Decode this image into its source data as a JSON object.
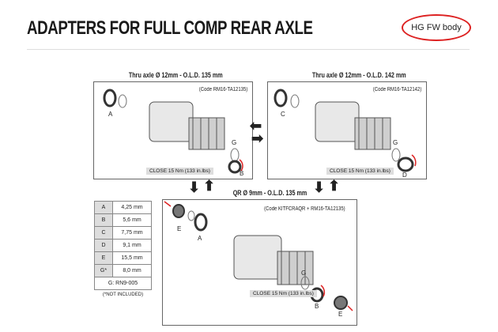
{
  "title": "ADAPTERS FOR FULL COMP REAR AXLE",
  "annotation": "HG FW body",
  "panels": [
    {
      "heading": "Thru axle Ø 12mm - O.L.D. 135 mm",
      "code": "(Code RM16-TA12135)",
      "close": "CLOSE 15 Nm (133 in.lbs)",
      "labels": [
        "A",
        "G",
        "B"
      ]
    },
    {
      "heading": "Thru axle Ø 12mm - O.L.D. 142 mm",
      "code": "(Code RM16-TA12142)",
      "close": "CLOSE 15 Nm (133 in.lbs)",
      "labels": [
        "C",
        "G",
        "D"
      ]
    },
    {
      "heading": "QR Ø 9mm - O.L.D. 135 mm",
      "code": "(Code KITFCRAQR + RM16-TA12135)",
      "close": "CLOSE 15 Nm (133 in.lbs)",
      "labels": [
        "E",
        "A",
        "G",
        "B",
        "E"
      ]
    }
  ],
  "table": {
    "rows": [
      [
        "A",
        "4,25 mm"
      ],
      [
        "B",
        "5,6 mm"
      ],
      [
        "C",
        "7,75 mm"
      ],
      [
        "D",
        "9,1 mm"
      ],
      [
        "E",
        "15,5 mm"
      ],
      [
        "G*",
        "8,0 mm"
      ]
    ],
    "footer": "G: RN9-005",
    "note": "(*NOT INCLUDED)"
  },
  "colors": {
    "accent": "#d22222"
  }
}
